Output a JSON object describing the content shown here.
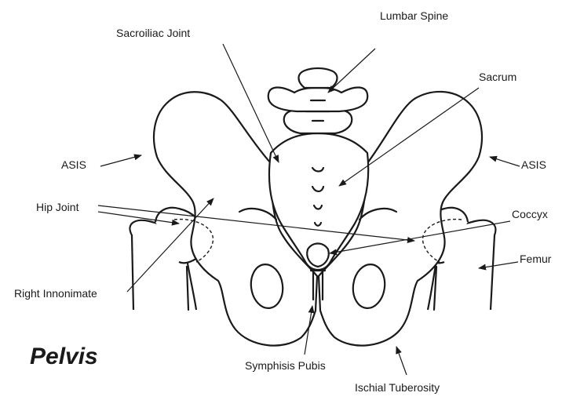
{
  "title": "Pelvis",
  "labels": {
    "lumbar_spine": "Lumbar Spine",
    "sacroiliac_joint": "Sacroiliac Joint",
    "sacrum": "Sacrum",
    "asis_left": "ASIS",
    "asis_right": "ASIS",
    "hip_joint": "Hip Joint",
    "coccyx": "Coccyx",
    "femur": "Femur",
    "right_innominate": "Right Innonimate",
    "symphisis_pubis": "Symphisis Pubis",
    "ischial_tuberosity": "Ischial Tuberosity"
  },
  "colors": {
    "ink": "#1a1a1a",
    "background": "#ffffff"
  }
}
